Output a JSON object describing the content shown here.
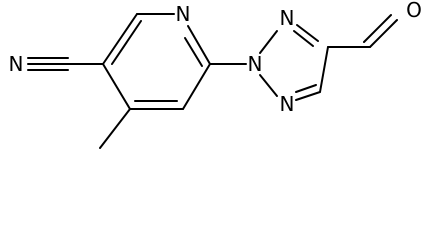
{
  "molecule": {
    "atoms": {
      "nitrile_n": "N",
      "pyridine_n": "N",
      "triazole_n1": "N",
      "triazole_n2": "N",
      "triazole_n3": "N",
      "aldehyde_o": "O"
    }
  },
  "colors": {
    "bond": "#000000",
    "label": "#000000",
    "background": "#ffffff"
  }
}
